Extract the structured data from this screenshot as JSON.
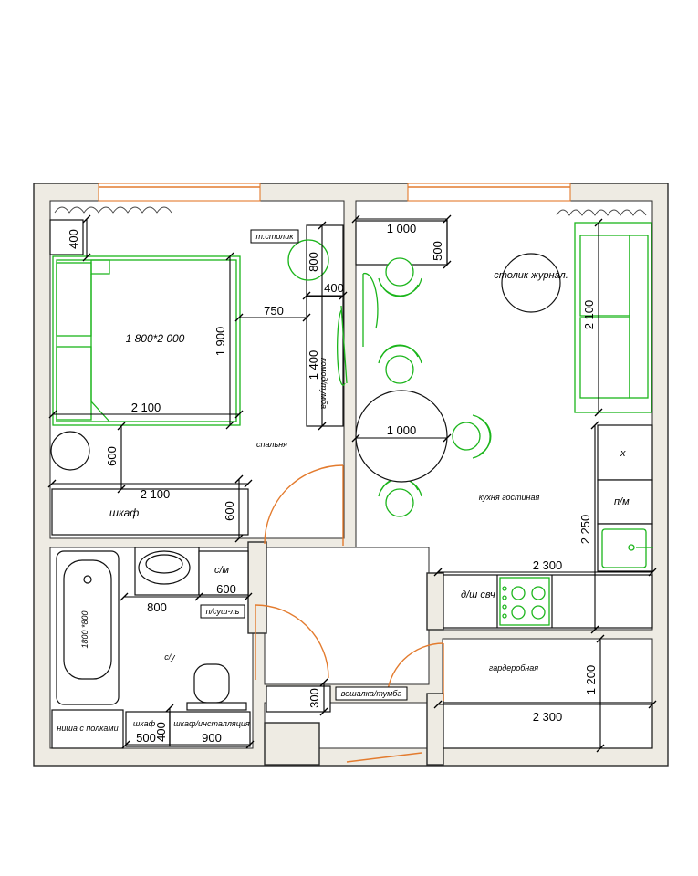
{
  "rooms": {
    "bedroom": "спальня",
    "kitchen_living": "кухня гостиная",
    "bathroom": "с/у",
    "wardrobe_room": "гардеробная"
  },
  "furniture": {
    "bed": "1 800*2 000",
    "bedside_table": "т.столик",
    "dresser": "комод/тумба",
    "wardrobe": "шкаф",
    "coffee_table": "столик журнал.",
    "fridge": "х",
    "dishwasher_cab": "п/м",
    "dishwasher_micro": "д/ш свч",
    "washer": "с/м",
    "towel_dryer": "п/суш-ль",
    "bathtub": "1800 *800",
    "niche": "ниша с полками",
    "cabinet": "шкаф",
    "cabinet_install": "шкаф/инсталляция",
    "hanger": "вешалка/тумба"
  },
  "dimensions": {
    "d400_top": "400",
    "d800_dresser": "800",
    "d400_dresser": "400",
    "d750": "750",
    "d1900": "1 900",
    "d1400": "1 400",
    "d2100_bed": "2 100",
    "d600_bed": "600",
    "d2100_wardrobe": "2 100",
    "d600_wardrobe": "600",
    "d1000_shelf": "1 000",
    "d500_shelf": "500",
    "d2100_sofa": "2 100",
    "d1000_table": "1 000",
    "d2250": "2 250",
    "d2300_kitchen": "2 300",
    "d600_bath": "600",
    "d800_bath": "800",
    "d1200": "1 200",
    "d2300_ward": "2 300",
    "d300": "300",
    "d500_cab": "500",
    "d400_cab": "400",
    "d900": "900"
  },
  "colors": {
    "wall_fill": "#eeebe3",
    "furniture_green": "#1bb51b",
    "door_orange": "#e37b2e"
  }
}
